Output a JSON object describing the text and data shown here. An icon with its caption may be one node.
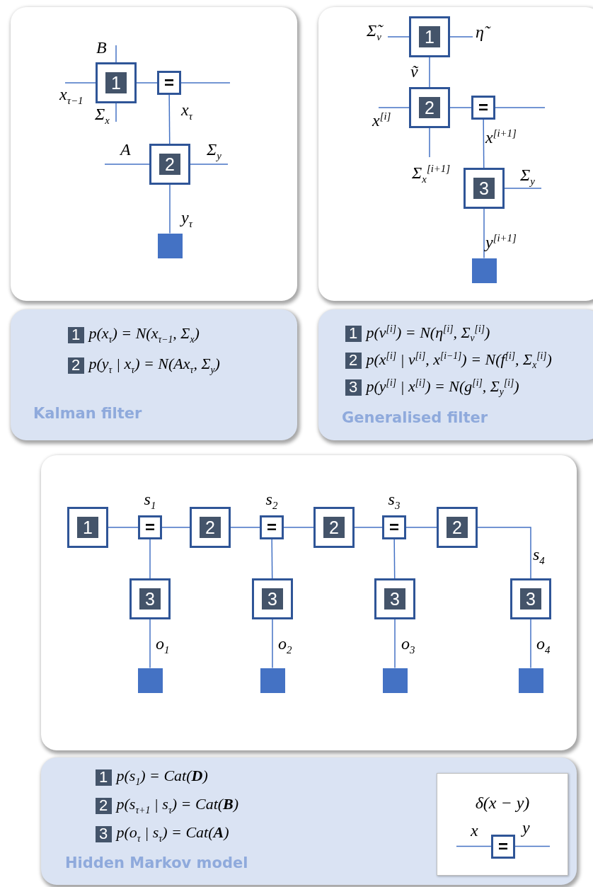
{
  "diagram": {
    "nodes": [
      {
        "text": [
          "1"
        ]
      },
      {
        "text": [
          "="
        ]
      },
      {
        "text": [
          "2"
        ]
      },
      {
        "text": [],
        "shape": "box"
      },
      {
        "text": [
          "1"
        ]
      },
      {
        "text": [
          "2"
        ]
      },
      {
        "text": [
          "="
        ]
      },
      {
        "text": [
          "3"
        ]
      },
      {
        "text": [],
        "shape": "box"
      },
      {
        "text": [
          "1"
        ]
      },
      {
        "text": [
          "="
        ],
        "beside": [
          "s$_{1}$"
        ]
      },
      {
        "text": [
          "2"
        ]
      },
      {
        "text": [
          "="
        ],
        "beside": [
          "s$_{2}$"
        ]
      },
      {
        "text": [
          "2"
        ]
      },
      {
        "text": [
          "="
        ],
        "beside": [
          "s$_{3}$"
        ]
      },
      {
        "text": [
          "2"
        ]
      },
      {
        "text": [
          "3"
        ]
      },
      {
        "text": [
          "3"
        ]
      },
      {
        "text": [
          "3"
        ]
      },
      {
        "text": [
          "3"
        ]
      },
      {
        "text": [],
        "shape": "box"
      },
      {
        "text": [],
        "shape": "box"
      },
      {
        "text": [],
        "shape": "box"
      },
      {
        "text": [],
        "shape": "box"
      },
      {
        "text": [
          "1"
        ],
        "beside": [
          "p(x$_{τ}$) = N(x$_{τ−1}$, Σ$_{x}$)"
        ]
      },
      {
        "text": [
          "2"
        ],
        "beside": [
          "p(y$_{τ}$ | x$_{τ}$) = N(Ax$_{τ}$, Σ$_{y}$)"
        ]
      },
      {
        "text": [
          "1"
        ],
        "beside": [
          "p(v$^{[i]}$) = N(η$^{[i]}$, Σ$_{v}$$^{[i]}$)"
        ]
      },
      {
        "text": [
          "2"
        ],
        "beside": [
          "p(x$^{[i]}$ | v$^{[i]}$, x$^{[i−1]}$) = N(f$^{[i]}$, Σ$_{x}$$^{[i]}$)"
        ]
      },
      {
        "text": [
          "3"
        ],
        "beside": [
          "p(y$^{[i]}$ | x$^{[i]}$) = N(g$^{[i]}$, Σ$_{y}$$^{[i]}$)"
        ]
      },
      {
        "text": [
          "1"
        ],
        "beside": [
          "p(s$_{1}$) = Cat(**D**)"
        ]
      },
      {
        "text": [
          "2"
        ],
        "beside": [
          "p(s$_{τ+1}$ | s$_{τ}$) = Cat(**B**)"
        ]
      },
      {
        "text": [
          "3"
        ],
        "beside": [
          "p(o$_{τ}$ | s$_{τ}$) = Cat(**A**)"
        ]
      },
      {
        "text": [
          "δ(x − y)"
        ]
      },
      {
        "text": [
          "="
        ],
        "in": 32
      }
    ],
    "edges": [
      {
        "from": null,
        "to": 0,
        "arrow": "none",
        "label": "x$_{τ−1}$"
      },
      {
        "from": null,
        "to": 0,
        "arrow": "none",
        "label": "B"
      },
      {
        "from": 0,
        "to": null,
        "arrow": "none",
        "label": "Σ$_{x}$"
      },
      {
        "from": 0,
        "to": 1,
        "arrow": "none"
      },
      {
        "from": 1,
        "to": null,
        "arrow": "none"
      },
      {
        "from": 1,
        "to": 2,
        "arrow": "none",
        "label": "x$_{τ}$"
      },
      {
        "from": null,
        "to": 2,
        "arrow": "none",
        "label": "A"
      },
      {
        "from": 2,
        "to": null,
        "arrow": "none",
        "label": "Σ$_{y}$"
      },
      {
        "from": 2,
        "to": 3,
        "arrow": "none",
        "label": "y$_{τ}$"
      },
      {
        "from": null,
        "to": 4,
        "arrow": "none",
        "label": "Σ̃$_{v}$"
      },
      {
        "from": 4,
        "to": null,
        "arrow": "none",
        "label": "η̃"
      },
      {
        "from": 4,
        "to": 5,
        "arrow": "none",
        "label": "ṽ"
      },
      {
        "from": null,
        "to": 5,
        "arrow": "none",
        "label": "x$^{[i]}$"
      },
      {
        "from": 5,
        "to": null,
        "arrow": "none",
        "label": "Σ$_{x}$$^{[i+1]}$"
      },
      {
        "from": 5,
        "to": 6,
        "arrow": "none"
      },
      {
        "from": 6,
        "to": null,
        "arrow": "none"
      },
      {
        "from": 6,
        "to": 7,
        "arrow": "none",
        "label": "x$^{[i+1]}$"
      },
      {
        "from": 7,
        "to": null,
        "arrow": "none",
        "label": "Σ$_{y}$"
      },
      {
        "from": 7,
        "to": 8,
        "arrow": "none",
        "label": "y$^{[i+1]}$"
      },
      {
        "from": 9,
        "to": 10,
        "arrow": "none"
      },
      {
        "from": 10,
        "to": 11,
        "arrow": "none"
      },
      {
        "from": 11,
        "to": 12,
        "arrow": "none"
      },
      {
        "from": 12,
        "to": 13,
        "arrow": "none"
      },
      {
        "from": 13,
        "to": 14,
        "arrow": "none"
      },
      {
        "from": 14,
        "to": 15,
        "arrow": "none"
      },
      {
        "from": 15,
        "to": 19,
        "arrow": "none",
        "label": "s$_{4}$"
      },
      {
        "from": 10,
        "to": 16,
        "arrow": "none"
      },
      {
        "from": 12,
        "to": 17,
        "arrow": "none"
      },
      {
        "from": 14,
        "to": 18,
        "arrow": "none"
      },
      {
        "from": 16,
        "to": 20,
        "arrow": "none",
        "label": "o$_{1}$"
      },
      {
        "from": 17,
        "to": 21,
        "arrow": "none",
        "label": "o$_{2}$"
      },
      {
        "from": 18,
        "to": 22,
        "arrow": "none",
        "label": "o$_{3}$"
      },
      {
        "from": 19,
        "to": 23,
        "arrow": "none",
        "label": "o$_{4}$"
      },
      {
        "from": null,
        "to": 33,
        "arrow": "none",
        "label": "x"
      },
      {
        "from": 33,
        "to": null,
        "arrow": "none",
        "label": "y"
      }
    ],
    "labels": [
      "Kalman filter",
      "Generalised filter",
      "Hidden Markov model"
    ]
  }
}
